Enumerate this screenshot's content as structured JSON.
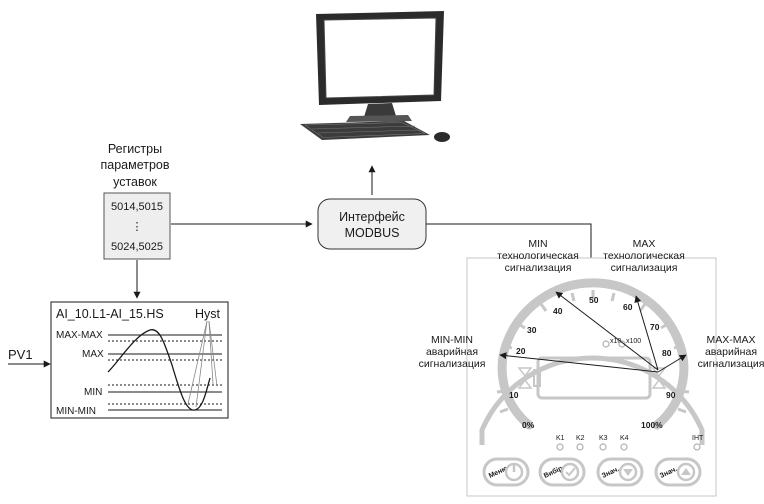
{
  "registers": {
    "title_lines": [
      "Регистры",
      "параметров",
      "уставок"
    ],
    "first_reg": "5014,5015",
    "dots": "⋮",
    "last_reg": "5024,5025"
  },
  "interface": {
    "line1": "Интерфейс",
    "line2": "MODBUS"
  },
  "plot": {
    "title": "AI_10.L1-AI_15.HS",
    "hyst": "Hyst",
    "levels": [
      "MAX-MAX",
      "MAX",
      "MIN",
      "MIN-MIN"
    ],
    "input": "PV1"
  },
  "alarms": {
    "min_tech": [
      "MIN",
      "технологическая",
      "сигнализация"
    ],
    "max_tech": [
      "MAX",
      "технологическая",
      "сигнализация"
    ],
    "min_min": [
      "MIN-MIN",
      "аварийная",
      "сигнализация"
    ],
    "max_max": [
      "MAX-MAX",
      "аварийная",
      "сигнализация"
    ]
  },
  "device": {
    "scale_labels": [
      "0%",
      "10",
      "20",
      "30",
      "40",
      "50",
      "60",
      "70",
      "80",
      "90",
      "100%"
    ],
    "mult_x10": "x10",
    "mult_x100": "x100",
    "leds": [
      "K1",
      "K2",
      "K3",
      "K4",
      "ІНТ"
    ],
    "buttons": [
      "Меню",
      "Вибір",
      "Знач.",
      "Знач."
    ]
  },
  "colors": {
    "device_gray": "#c7c7c7",
    "line": "#1a1a1a"
  }
}
